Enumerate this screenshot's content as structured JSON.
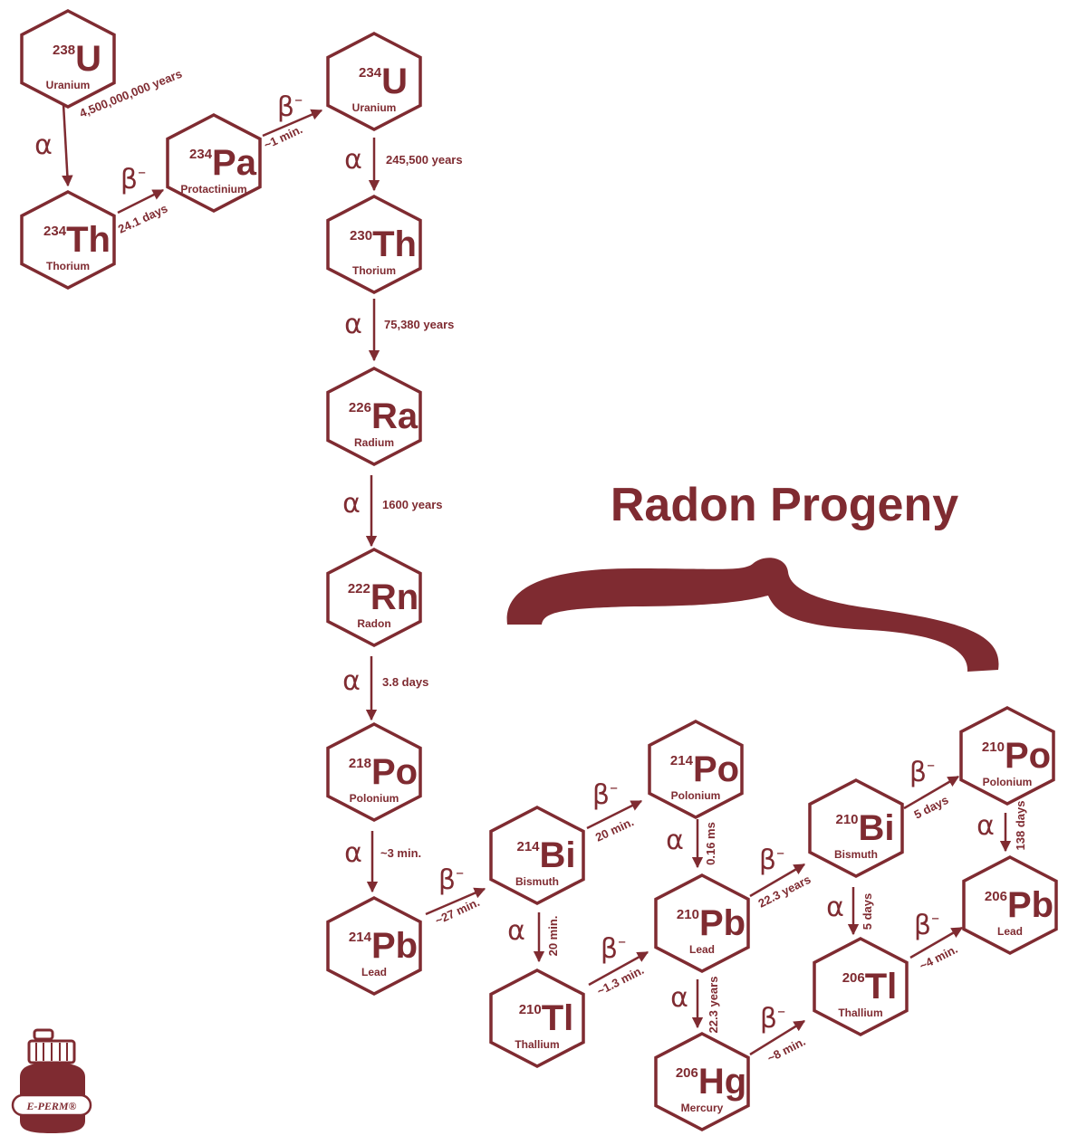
{
  "color": "#7f2b31",
  "title": "Radon Progeny",
  "logo_text": "E-PERM®",
  "beta_symbol": "β",
  "beta_sup": "–",
  "alpha_symbol": "α",
  "nuclides": [
    {
      "id": "u238",
      "mass": "238",
      "symbol": "U",
      "name": "Uranium"
    },
    {
      "id": "th234",
      "mass": "234",
      "symbol": "Th",
      "name": "Thorium"
    },
    {
      "id": "pa234",
      "mass": "234",
      "symbol": "Pa",
      "name": "Protactinium"
    },
    {
      "id": "u234",
      "mass": "234",
      "symbol": "U",
      "name": "Uranium"
    },
    {
      "id": "th230",
      "mass": "230",
      "symbol": "Th",
      "name": "Thorium"
    },
    {
      "id": "ra226",
      "mass": "226",
      "symbol": "Ra",
      "name": "Radium"
    },
    {
      "id": "rn222",
      "mass": "222",
      "symbol": "Rn",
      "name": "Radon"
    },
    {
      "id": "po218",
      "mass": "218",
      "symbol": "Po",
      "name": "Polonium"
    },
    {
      "id": "pb214",
      "mass": "214",
      "symbol": "Pb",
      "name": "Lead"
    },
    {
      "id": "bi214",
      "mass": "214",
      "symbol": "Bi",
      "name": "Bismuth"
    },
    {
      "id": "po214",
      "mass": "214",
      "symbol": "Po",
      "name": "Polonium"
    },
    {
      "id": "tl210",
      "mass": "210",
      "symbol": "Tl",
      "name": "Thallium"
    },
    {
      "id": "pb210",
      "mass": "210",
      "symbol": "Pb",
      "name": "Lead"
    },
    {
      "id": "hg206",
      "mass": "206",
      "symbol": "Hg",
      "name": "Mercury"
    },
    {
      "id": "bi210",
      "mass": "210",
      "symbol": "Bi",
      "name": "Bismuth"
    },
    {
      "id": "po210",
      "mass": "210",
      "symbol": "Po",
      "name": "Polonium"
    },
    {
      "id": "tl206",
      "mass": "206",
      "symbol": "Tl",
      "name": "Thallium"
    },
    {
      "id": "pb206",
      "mass": "206",
      "symbol": "Pb",
      "name": "Lead"
    }
  ],
  "decays": [
    {
      "from": "u238",
      "to": "th234",
      "type": "alpha",
      "half_life": "4,500,000,000 years"
    },
    {
      "from": "th234",
      "to": "pa234",
      "type": "beta",
      "half_life": "24.1 days"
    },
    {
      "from": "pa234",
      "to": "u234",
      "type": "beta",
      "half_life": "~1 min."
    },
    {
      "from": "u234",
      "to": "th230",
      "type": "alpha",
      "half_life": "245,500 years"
    },
    {
      "from": "th230",
      "to": "ra226",
      "type": "alpha",
      "half_life": "75,380 years"
    },
    {
      "from": "ra226",
      "to": "rn222",
      "type": "alpha",
      "half_life": "1600 years"
    },
    {
      "from": "rn222",
      "to": "po218",
      "type": "alpha",
      "half_life": "3.8 days"
    },
    {
      "from": "po218",
      "to": "pb214",
      "type": "alpha",
      "half_life": "~3 min."
    },
    {
      "from": "pb214",
      "to": "bi214",
      "type": "beta",
      "half_life": "~27 min."
    },
    {
      "from": "bi214",
      "to": "po214",
      "type": "beta",
      "half_life": "20 min."
    },
    {
      "from": "bi214",
      "to": "tl210",
      "type": "alpha",
      "half_life": "20 min."
    },
    {
      "from": "po214",
      "to": "pb210",
      "type": "alpha",
      "half_life": "0.16 ms"
    },
    {
      "from": "tl210",
      "to": "pb210",
      "type": "beta",
      "half_life": "~1.3 min."
    },
    {
      "from": "pb210",
      "to": "bi210",
      "type": "beta",
      "half_life": "22.3 years"
    },
    {
      "from": "pb210",
      "to": "hg206",
      "type": "alpha",
      "half_life": "22.3 years"
    },
    {
      "from": "hg206",
      "to": "tl206",
      "type": "beta",
      "half_life": "~8 min."
    },
    {
      "from": "bi210",
      "to": "po210",
      "type": "beta",
      "half_life": "5 days"
    },
    {
      "from": "bi210",
      "to": "tl206",
      "type": "alpha",
      "half_life": "5 days"
    },
    {
      "from": "po210",
      "to": "pb206",
      "type": "alpha",
      "half_life": "138 days"
    },
    {
      "from": "tl206",
      "to": "pb206",
      "type": "beta",
      "half_life": "~4 min."
    }
  ]
}
